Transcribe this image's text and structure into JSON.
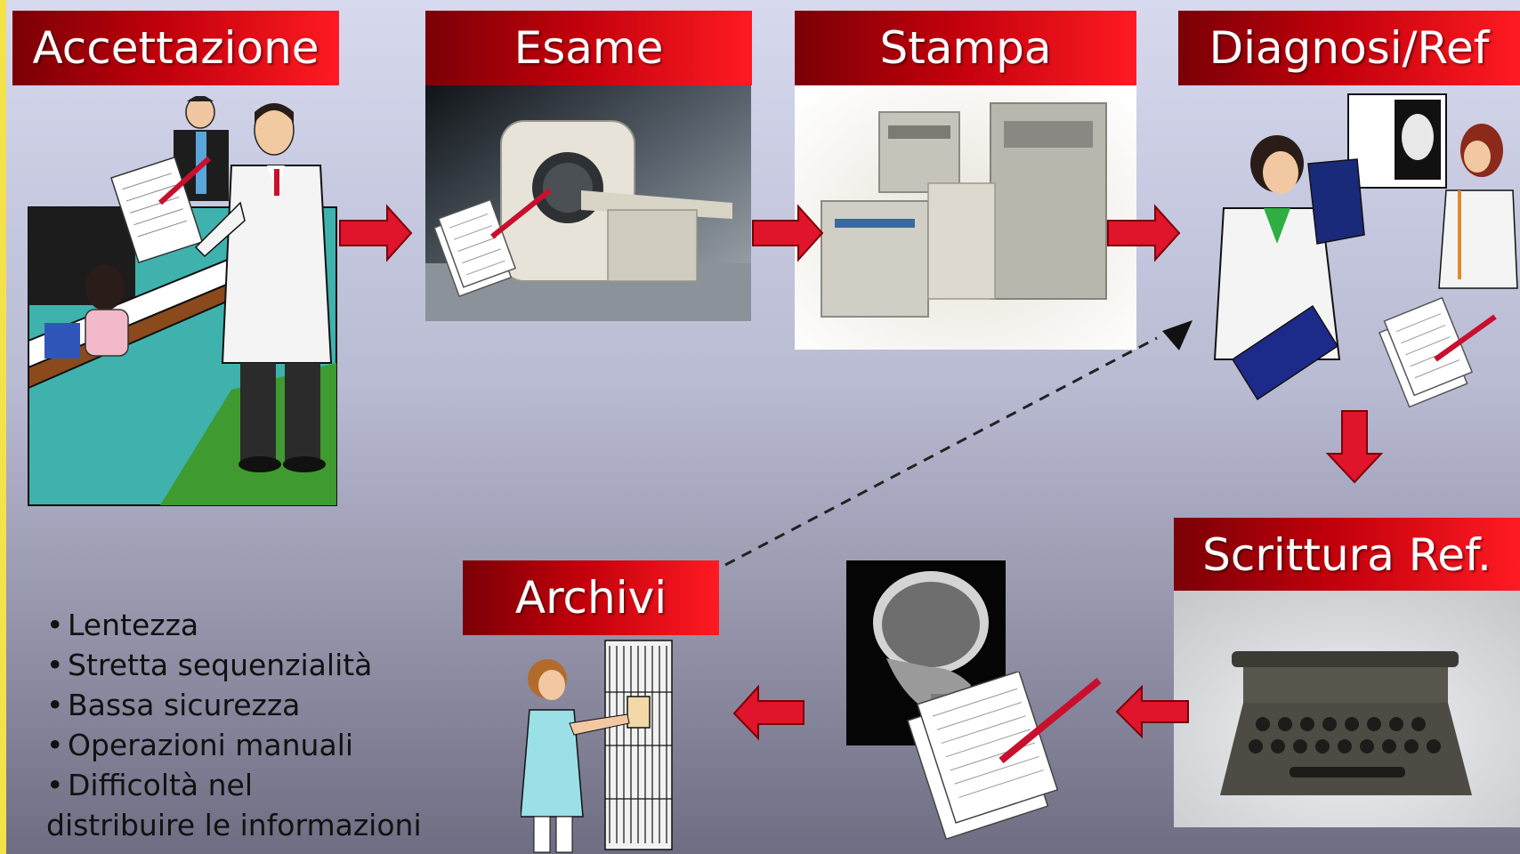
{
  "steps": {
    "accettazione": "Accettazione",
    "esame": "Esame",
    "stampa": "Stampa",
    "diagnosi": "Diagnosi/Ref",
    "scrittura": "Scrittura Ref.",
    "archivi": "Archivi"
  },
  "issues": [
    "Lentezza",
    "Stretta sequenzialità",
    "Bassa sicurezza",
    "Operazioni manuali",
    "Difficoltà nel",
    "distribuire le informazioni"
  ],
  "colors": {
    "label_dark": "#7a0006",
    "label_bright": "#ff1a22",
    "arrow": "#e0142a",
    "dashed": "#222222"
  },
  "icons": {
    "reception": "reception-desk-illustration",
    "ct_scanner": "ct-scanner-photo",
    "printers": "film-printers-photo",
    "doctors": "doctors-reading-xray-illustration",
    "typewriter": "typewriter-photo",
    "xray": "skull-xray-photo",
    "archive": "nurse-archive-shelf-illustration",
    "document": "document-with-pen-icon"
  }
}
